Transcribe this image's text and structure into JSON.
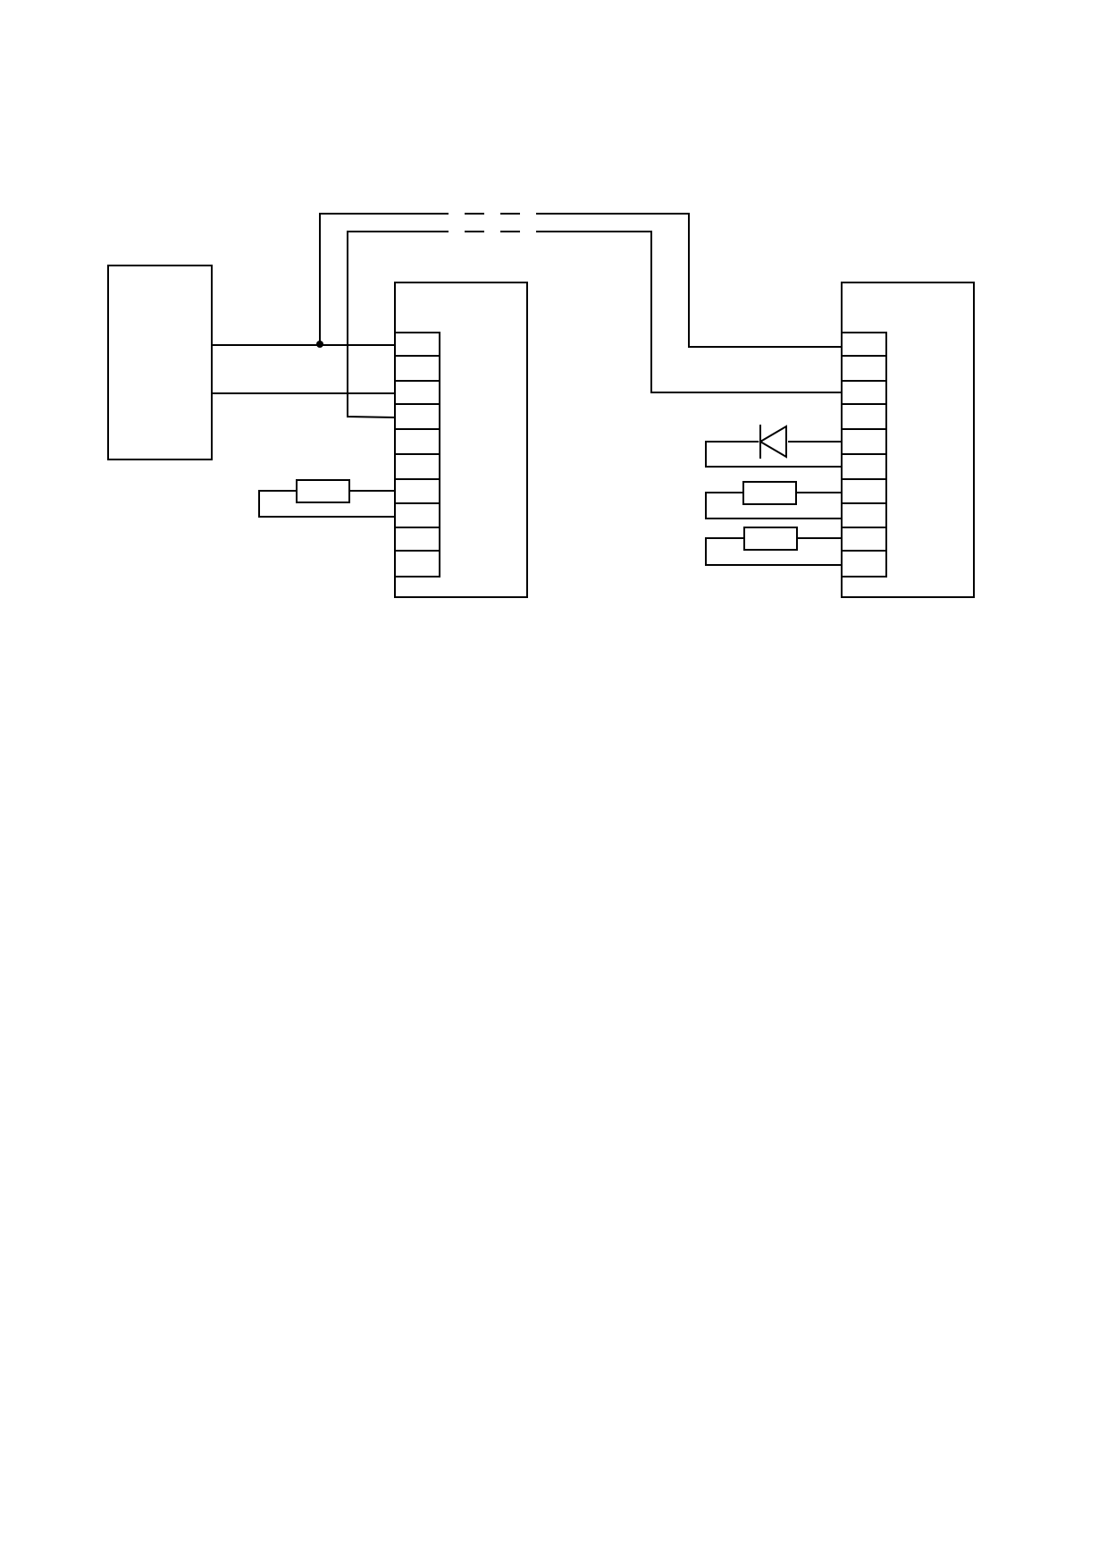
{
  "diagram": {
    "type": "wiring-schematic",
    "stroke_color": "#000000",
    "background_color": "#ffffff",
    "components": [
      {
        "id": "source-unit",
        "kind": "box"
      },
      {
        "id": "terminal-block-left",
        "kind": "terminal-block",
        "terminals": 10
      },
      {
        "id": "terminal-block-right",
        "kind": "terminal-block",
        "terminals": 10
      },
      {
        "id": "resistor-left",
        "kind": "resistor"
      },
      {
        "id": "diode-right",
        "kind": "diode"
      },
      {
        "id": "resistor-right-1",
        "kind": "resistor"
      },
      {
        "id": "resistor-right-2",
        "kind": "resistor"
      },
      {
        "id": "cable-dashed",
        "kind": "interrupted-two-wire-cable"
      },
      {
        "id": "junction-dot",
        "kind": "junction"
      }
    ]
  }
}
